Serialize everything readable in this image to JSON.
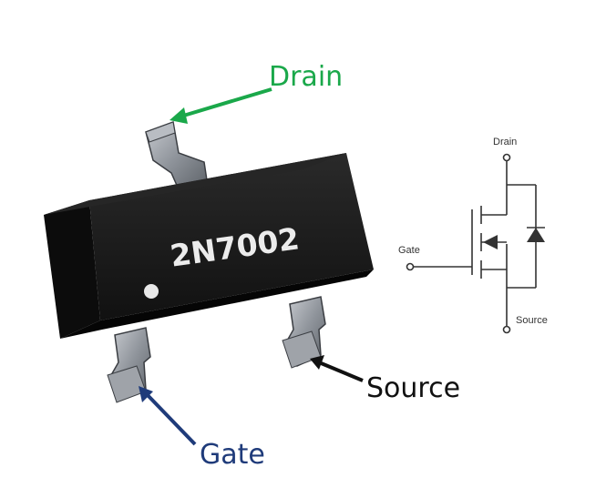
{
  "package": {
    "marking": "2N7002"
  },
  "callouts": {
    "drain": "Drain",
    "source": "Source",
    "gate": "Gate"
  },
  "symbol": {
    "drain": "Drain",
    "gate": "Gate",
    "source": "Source"
  },
  "colors": {
    "drain": "#1aa84a",
    "gate": "#1f3b7a",
    "source": "#111111",
    "body": "#1a1a1a",
    "lead": "#8a8e94"
  }
}
